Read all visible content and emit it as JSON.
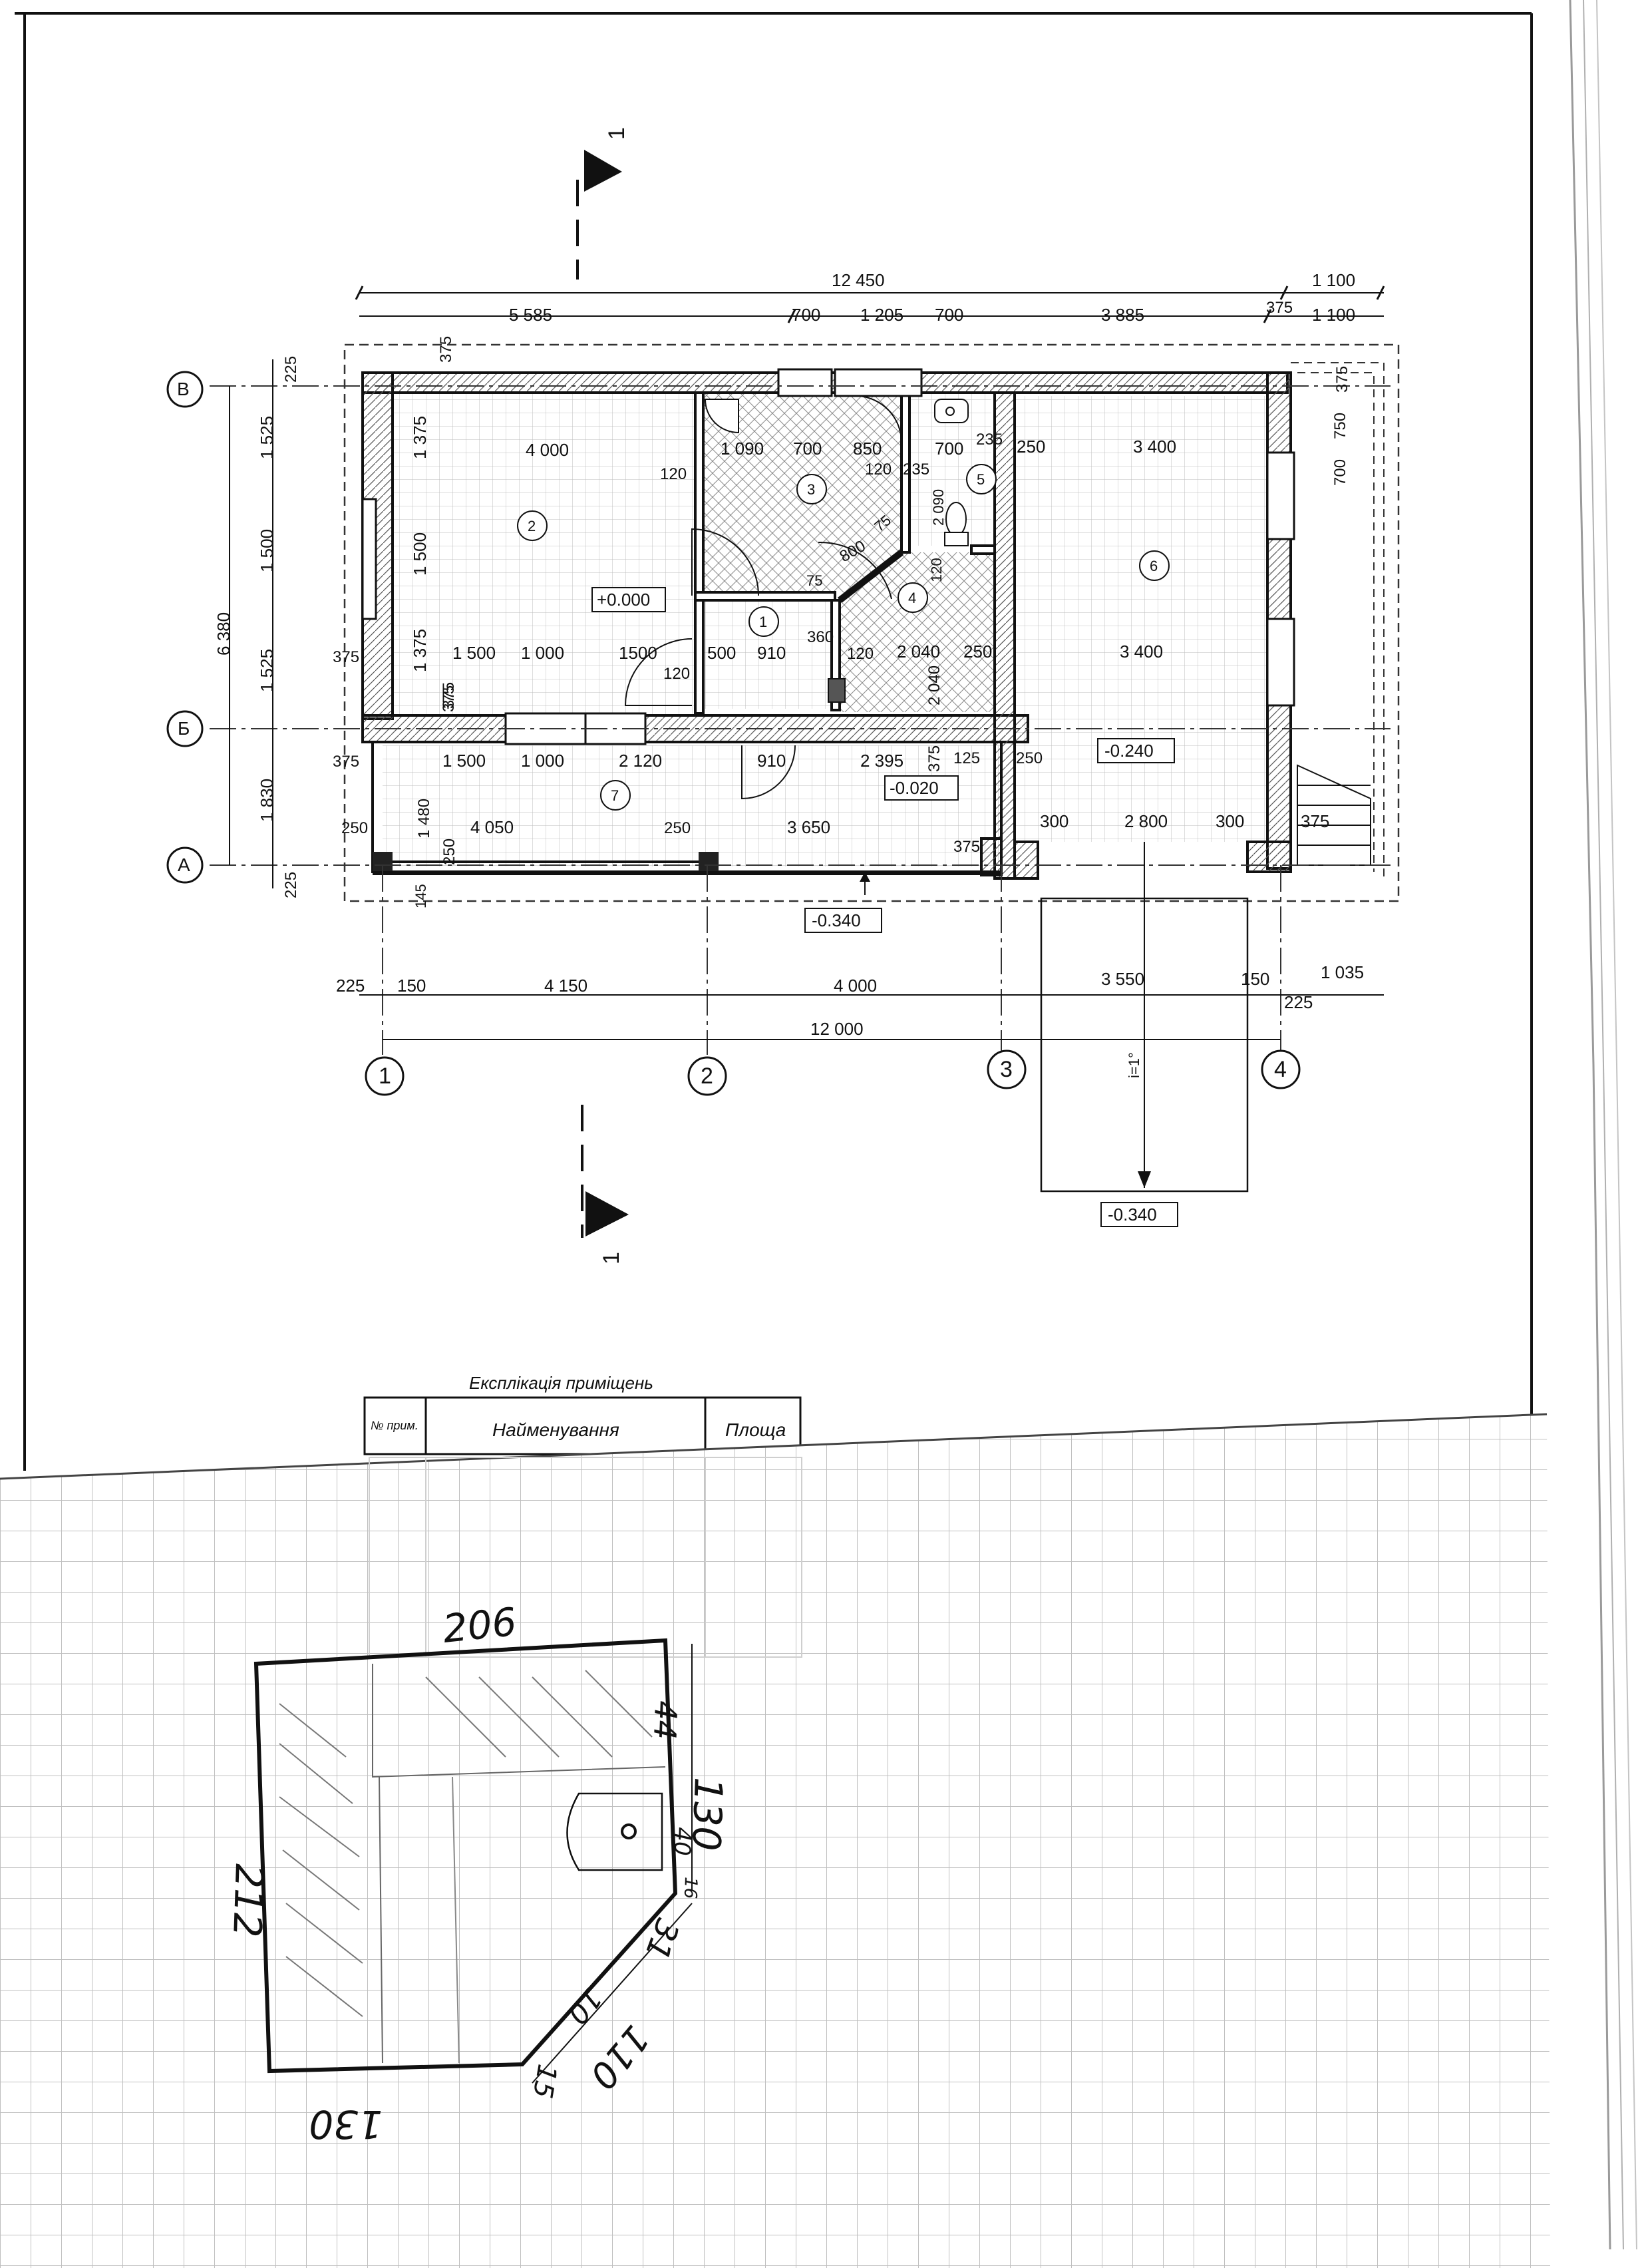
{
  "drawing": {
    "top_total": "12 450",
    "top_total_right": "1 100",
    "top_segments": [
      "5 585",
      "700",
      "1 205",
      "700",
      "3 885",
      "375",
      "1 100"
    ],
    "corner_top": "375",
    "left_total": "6 380",
    "left_segments": [
      "225",
      "1 525",
      "1 500",
      "1 525",
      "1 830",
      "225"
    ],
    "row_labels": [
      "В",
      "Б",
      "А"
    ],
    "col_labels": [
      "1",
      "2",
      "3",
      "4"
    ],
    "bottom_segments": [
      "225",
      "150",
      "4 150",
      "4 000",
      "3 550",
      "150",
      "1 035",
      "225"
    ],
    "bottom_total": "12 000",
    "right_segments": [
      "375",
      "750",
      "700"
    ],
    "section_mark": "1",
    "ramp_slope": "i=1°",
    "room_numbers": [
      "1",
      "2",
      "3",
      "4",
      "5",
      "6",
      "7"
    ],
    "levels": {
      "main": "+0.000",
      "room7": "-0.020",
      "room6": "-0.240",
      "outside": "-0.340",
      "ramp": "-0.340"
    },
    "room2_dims": {
      "width": "4 000",
      "h1": "1 375",
      "h2": "1 500",
      "h3": "1 375",
      "wall": "120",
      "side": "375"
    },
    "room3_dims": [
      "1 090",
      "700",
      "850",
      "120",
      "235",
      "2 090"
    ],
    "room4_dims": [
      "800",
      "75",
      "75",
      "120",
      "2 040",
      "250",
      "2 040"
    ],
    "room5_dims": [
      "700",
      "235"
    ],
    "room6_dims": {
      "top": "3 400",
      "left": "250",
      "mid": "3 400",
      "bottom": [
        "300",
        "2 800",
        "300"
      ],
      "right": "375"
    },
    "row2_dims": [
      "375",
      "1 500",
      "1 000",
      "1500",
      "500",
      "910",
      "360",
      "120",
      "120",
      "375"
    ],
    "row7_dims": [
      "375",
      "1 500",
      "1 000",
      "2 120",
      "910",
      "2 395",
      "375",
      "125",
      "250"
    ],
    "row7_lower": [
      "250",
      "250",
      "4 050",
      "250",
      "3 650",
      "375",
      "1 480",
      "145"
    ]
  },
  "table": {
    "title": "Експлікація приміщень",
    "headers": [
      "№ прим.",
      "Найменування",
      "Площа"
    ]
  },
  "sketch": {
    "top": "206",
    "left": "212",
    "bottom": "130",
    "right_upper": "44",
    "right_lower": "130",
    "right_small": "40",
    "small_corner": "16",
    "diag_outer": "31",
    "diag_mid": "10",
    "diag_long": "110",
    "tip": "15"
  }
}
